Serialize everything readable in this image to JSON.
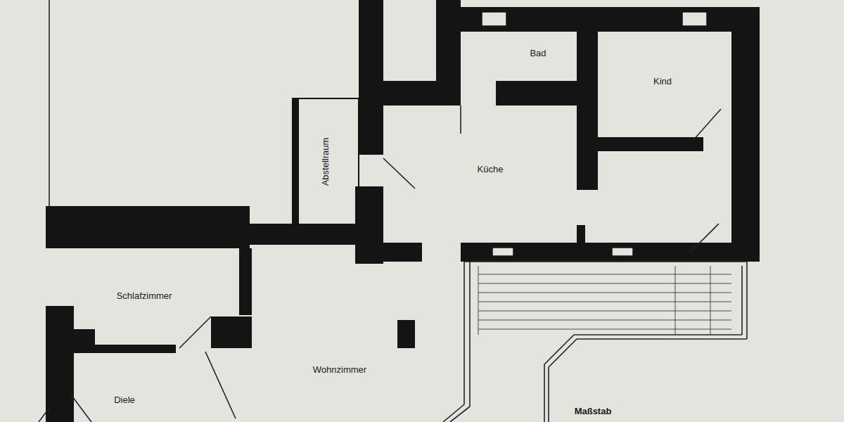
{
  "diagram": {
    "labels": [
      "Bad",
      "Kind",
      "Abstellraum",
      "Küche",
      "Schlafzimmer",
      "Wohnzimmer",
      "Diele",
      "Maßstab"
    ]
  }
}
